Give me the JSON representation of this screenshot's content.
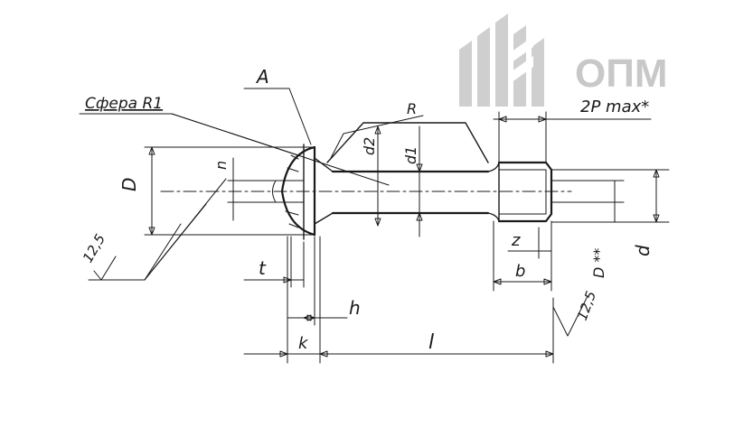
{
  "drawing": {
    "labels": {
      "A": "A",
      "sphere": "Сфера R1",
      "R": "R",
      "pitch": "2P max*",
      "D_left": "D",
      "n": "n",
      "d2": "d2",
      "d1": "d1",
      "z": "z",
      "D_right": "D **",
      "d": "d",
      "t": "t",
      "b": "b",
      "h": "h",
      "k": "k",
      "l": "l",
      "rough_left": "12,5",
      "rough_right": "12,5"
    }
  },
  "logo": {
    "text": "ОПМ",
    "color": "#c8c8c8"
  }
}
